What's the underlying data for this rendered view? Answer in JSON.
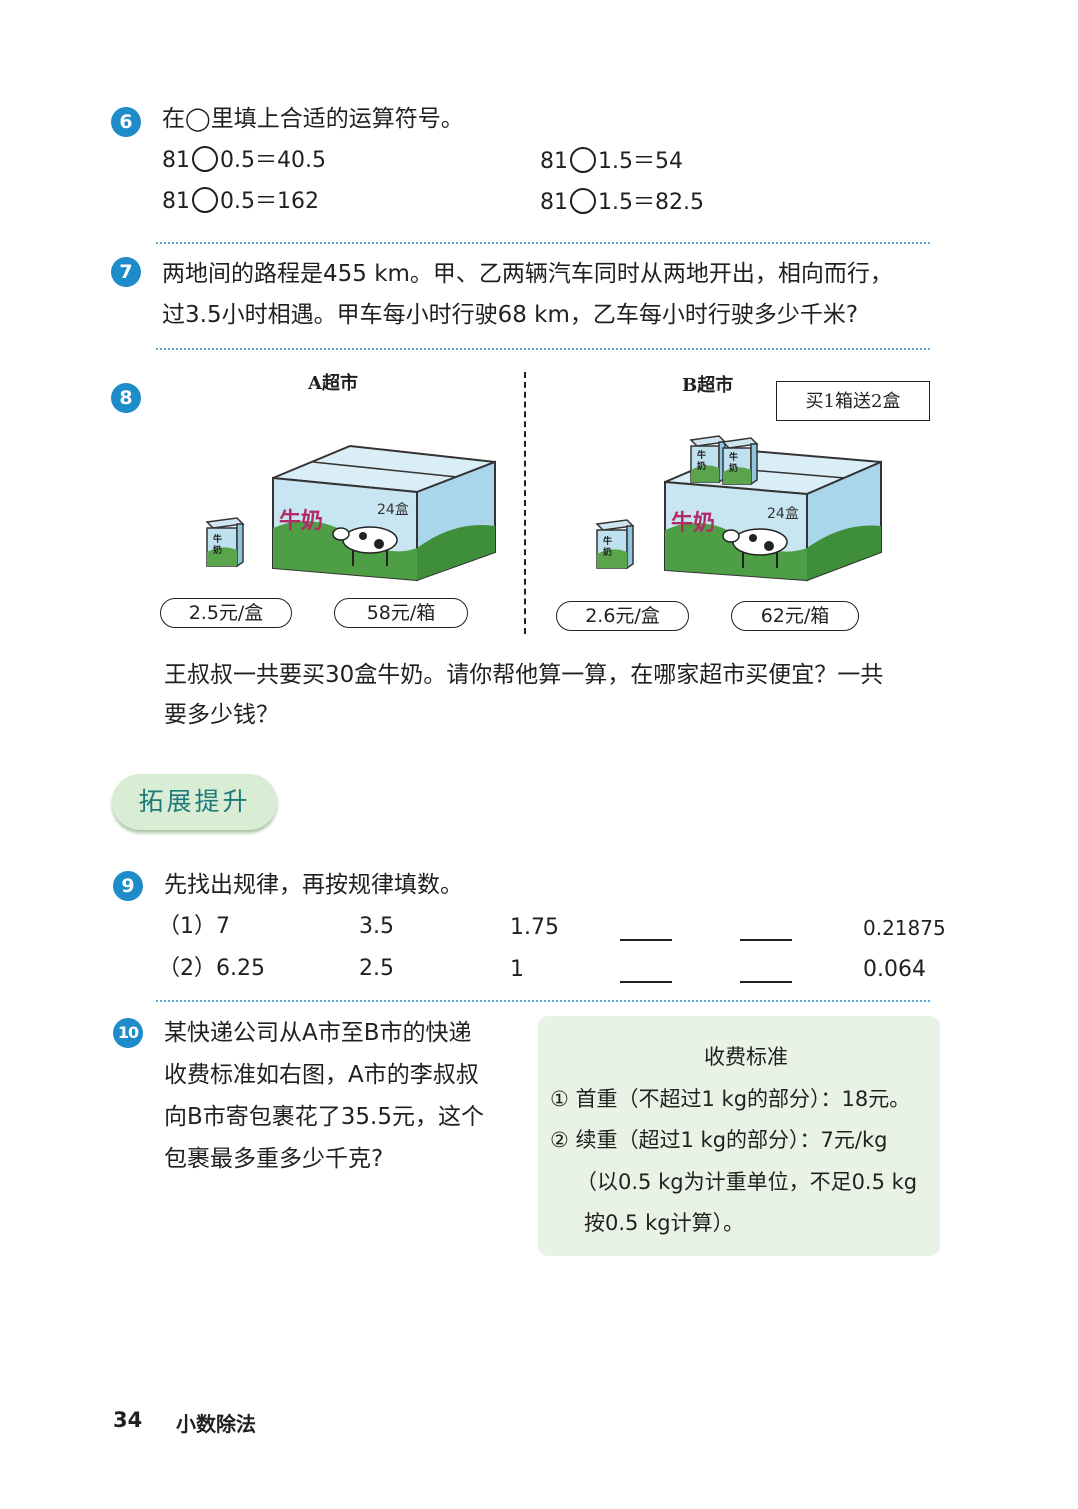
{
  "q6": {
    "number": "6",
    "prompt": "在◯里填上合适的运算符号。",
    "eq1": {
      "left": "81",
      "right": "0.5＝40.5"
    },
    "eq2": {
      "left": "81",
      "right": "1.5＝54"
    },
    "eq3": {
      "left": "81",
      "right": "0.5＝162"
    },
    "eq4": {
      "left": "81",
      "right": "1.5＝82.5"
    }
  },
  "q7": {
    "number": "7",
    "line1": "两地间的路程是455 km。甲、乙两辆汽车同时从两地开出，相向而行，",
    "line2": "过3.5小时相遇。甲车每小时行驶68 km，乙车每小时行驶多少千米?"
  },
  "q8": {
    "number": "8",
    "market_a": "A超市",
    "market_b": "B超市",
    "promo": "买1箱送2盒",
    "price_a_box": "2.5元/盒",
    "price_a_case": "58元/箱",
    "price_b_box": "2.6元/盒",
    "price_b_case": "62元/箱",
    "milk_label": "牛奶",
    "case_count": "24盒",
    "carton_label": "牛奶",
    "line1": "王叔叔一共要买30盒牛奶。请你帮他算一算，在哪家超市买便宜？一共",
    "line2": "要多少钱？"
  },
  "extension": {
    "title": "拓展提升"
  },
  "q9": {
    "number": "9",
    "prompt": "先找出规律，再按规律填数。",
    "row1": {
      "label": "（1）7",
      "v2": "3.5",
      "v3": "1.75",
      "last": "0.21875"
    },
    "row2": {
      "label": "（2）6.25",
      "v2": "2.5",
      "v3": "1",
      "last": "0.064"
    }
  },
  "q10": {
    "number": "10",
    "line1": "某快递公司从A市至B市的快递",
    "line2": "收费标准如右图，A市的李叔叔",
    "line3": "向B市寄包裹花了35.5元，这个",
    "line4": "包裹最多重多少千克?",
    "fee": {
      "title": "收费标准",
      "line1": "① 首重（不超过1 kg的部分）：18元。",
      "line2": "② 续重（超过1 kg的部分）：7元/kg",
      "line3": "（以0.5 kg为计重单位，不足0.5 kg",
      "line4": "按0.5 kg计算）。"
    }
  },
  "footer": {
    "page": "34",
    "title": "小数除法"
  },
  "colors": {
    "badge": "#1e8cc8",
    "dotline": "#5aa8d8",
    "ext_bg": "#d9ecd4",
    "fee_bg": "#e8f3e6"
  }
}
